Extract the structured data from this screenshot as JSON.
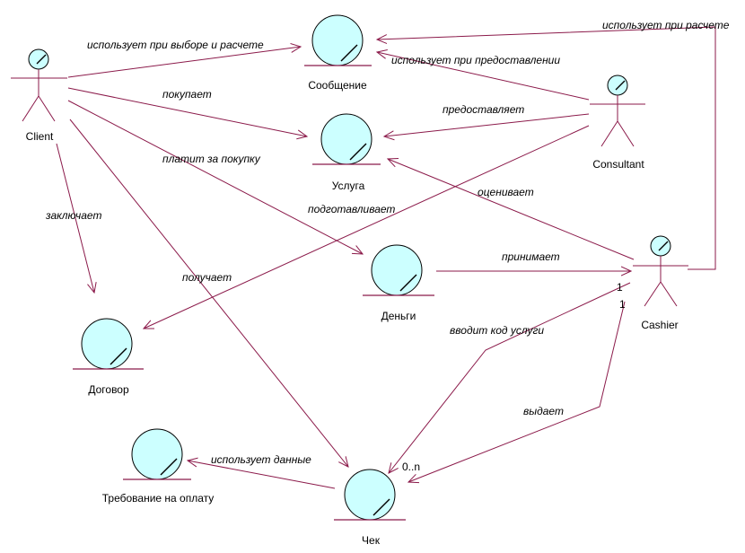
{
  "actors": [
    {
      "id": "client",
      "label": "Client"
    },
    {
      "id": "consultant",
      "label": "Consultant"
    },
    {
      "id": "cashier",
      "label": "Cashier"
    }
  ],
  "entities": [
    {
      "id": "message",
      "label": "Сообщение"
    },
    {
      "id": "service",
      "label": "Услуга"
    },
    {
      "id": "money",
      "label": "Деньги"
    },
    {
      "id": "contract",
      "label": "Договор"
    },
    {
      "id": "receipt",
      "label": "Чек"
    },
    {
      "id": "payreq",
      "label": "Требование на оплату"
    }
  ],
  "relations": {
    "client_message": "использует при выборе и расчете",
    "client_service": "покупает",
    "client_money": "платит за покупку",
    "client_contract": "заключает",
    "client_receipt": "получает",
    "consultant_message": "использует при предоставлении",
    "consultant_service": "предоставляет",
    "consultant_contract": "подготавливает",
    "cashier_message": "использует при расчете",
    "cashier_service": "оценивает",
    "money_cashier": "принимает",
    "cashier_receipt_code": "вводит код услуги",
    "cashier_receipt_issue": "выдает",
    "receipt_payreq": "использует данные"
  },
  "multiplicities": {
    "money_cashier_end": "1",
    "cashier_code_start": "1",
    "receipt_code_end": "0..n"
  },
  "colors": {
    "connector": "#8b1a4a",
    "entity_fill": "#ccffff"
  }
}
